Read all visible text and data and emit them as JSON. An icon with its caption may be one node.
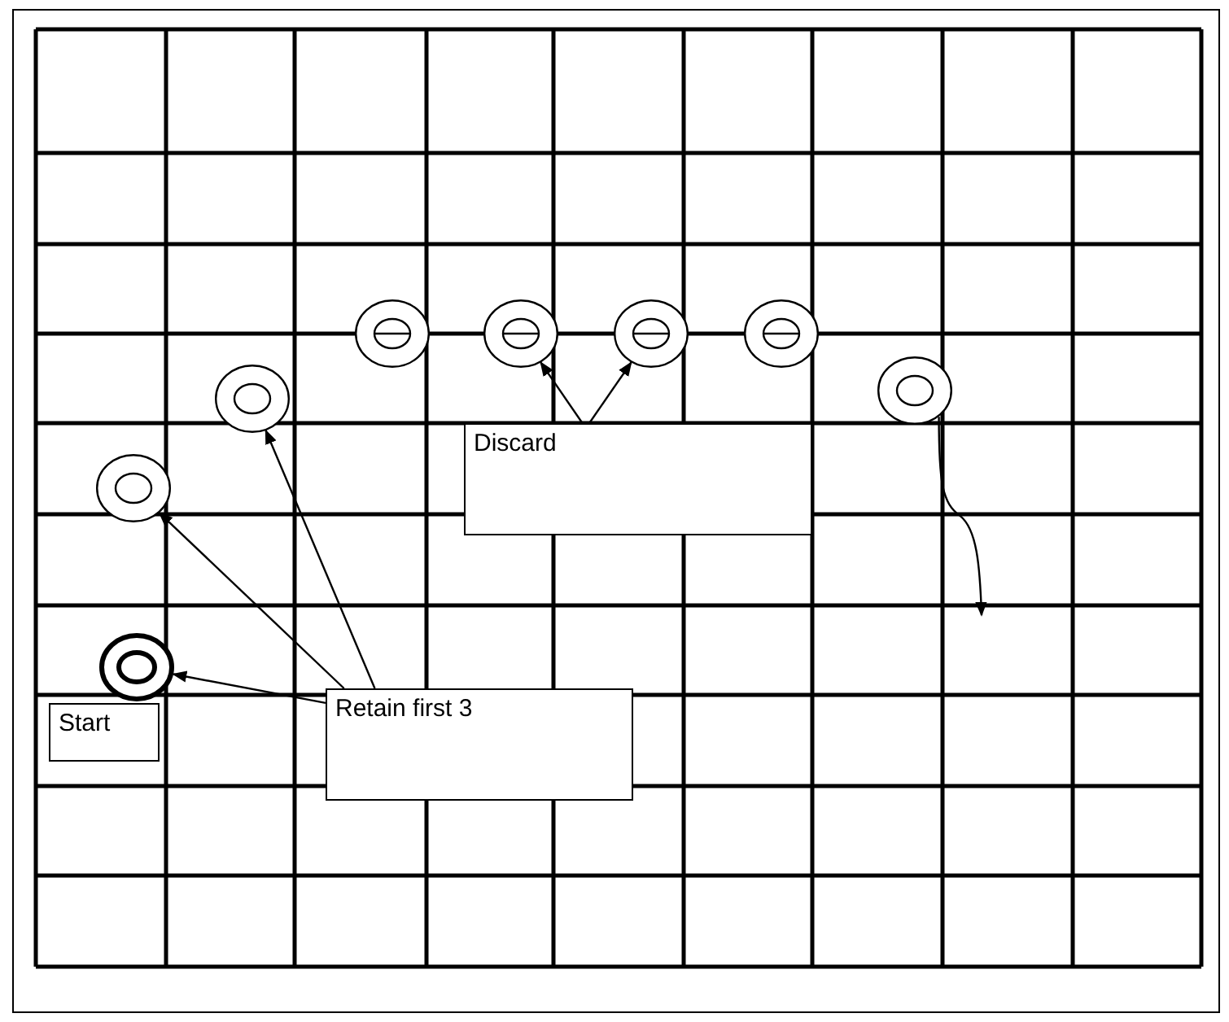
{
  "diagram": {
    "nodes": [
      {
        "text": [],
        "shape": "circle"
      },
      {
        "text": [],
        "shape": "circle"
      },
      {
        "text": [],
        "shape": "circle"
      },
      {
        "text": [],
        "shape": "circle"
      },
      {
        "text": [],
        "shape": "circle"
      },
      {
        "text": [],
        "shape": "circle"
      },
      {
        "text": [],
        "shape": "circle"
      },
      {
        "text": [],
        "shape": "circle"
      },
      {
        "text": [
          "Start"
        ]
      },
      {
        "text": [
          "Discard"
        ]
      },
      {
        "text": [
          "Retain first 3"
        ]
      }
    ],
    "edges": [
      {
        "from": 10,
        "to": 1,
        "arrow": "to"
      },
      {
        "from": 10,
        "to": 0,
        "arrow": "to"
      },
      {
        "from": 10,
        "to": 2,
        "arrow": "to"
      },
      {
        "from": 9,
        "to": 4,
        "arrow": "to"
      },
      {
        "from": 9,
        "to": 5,
        "arrow": "to"
      },
      {
        "from": 7,
        "to": null,
        "arrow": "to"
      }
    ]
  }
}
